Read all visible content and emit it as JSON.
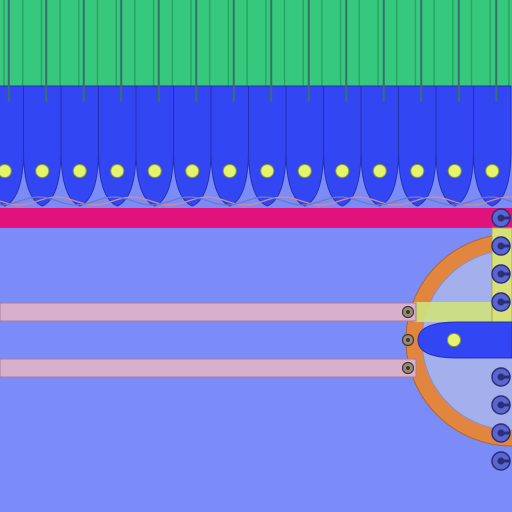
{
  "colors": {
    "background": "#7b8cf8",
    "grass": "#36c97e",
    "grass_blade": "#2ea264",
    "grass_stem": "#3a6e6b",
    "pod": "#3346f4",
    "pod_outline": "#2432b0",
    "pod_dot": "#e4f56b",
    "pod_dot_outline": "#8d9a33",
    "magenta_bar": "#e2127c",
    "wave_a": "#d28b96",
    "wave_b": "#6a79c9",
    "rail": "#d9b0cc",
    "rail_outline": "#a37e98",
    "ring": "#e2853f",
    "disc": "#a4b0ec",
    "beam": "#cfe27c",
    "yellow_strip": "#d7e079",
    "socket": "#5a65d0",
    "socket_dark": "#2b2f78",
    "bolt": "#9b8a78",
    "bolt_dark": "#3e3a2f"
  },
  "scene": {
    "pod_count": 14,
    "upper_socket_count": 4,
    "lower_socket_count": 4,
    "rail_count": 2,
    "icons": [
      "grass-blade-icon",
      "seed-pod-icon",
      "socket-icon",
      "bolt-icon"
    ]
  }
}
